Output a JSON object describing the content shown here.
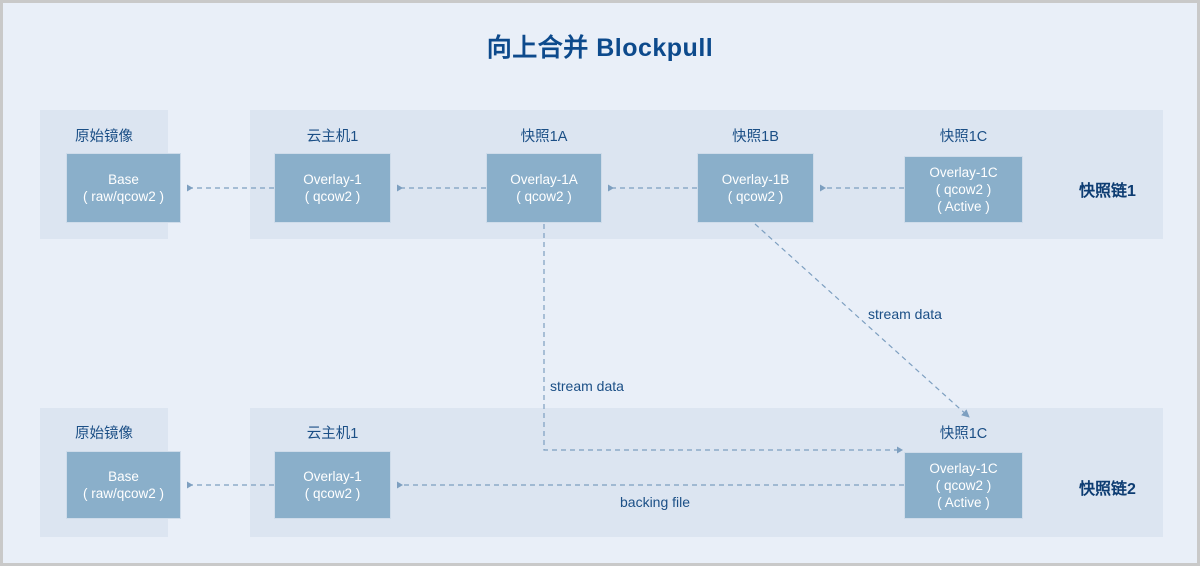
{
  "page": {
    "title": "向上合并 Blockpull",
    "background": "#e9eff8",
    "panel_color": "#dce5f1",
    "node_color": "#8aafca",
    "accent_color": "#0d4a8c",
    "line_color": "#7d9fc0"
  },
  "chains": [
    {
      "id": "chain1",
      "chain_label": "快照链1",
      "groups": [
        {
          "label": "原始镜像",
          "node": {
            "lines": [
              "Base",
              "( raw/qcow2 )"
            ]
          }
        },
        {
          "label": "云主机1",
          "node": {
            "lines": [
              "Overlay-1",
              "( qcow2 )"
            ]
          }
        },
        {
          "label": "快照1A",
          "node": {
            "lines": [
              "Overlay-1A",
              "( qcow2 )"
            ]
          }
        },
        {
          "label": "快照1B",
          "node": {
            "lines": [
              "Overlay-1B",
              "( qcow2 )"
            ]
          }
        },
        {
          "label": "快照1C",
          "node": {
            "lines": [
              "Overlay-1C",
              "( qcow2 )",
              "( Active )"
            ]
          }
        }
      ]
    },
    {
      "id": "chain2",
      "chain_label": "快照链2",
      "groups": [
        {
          "label": "原始镜像",
          "node": {
            "lines": [
              "Base",
              "( raw/qcow2 )"
            ]
          }
        },
        {
          "label": "云主机1",
          "node": {
            "lines": [
              "Overlay-1",
              "( qcow2 )"
            ]
          }
        },
        {
          "label": "快照1C",
          "node": {
            "lines": [
              "Overlay-1C",
              "( qcow2 )",
              "( Active )"
            ]
          }
        }
      ]
    }
  ],
  "annotations": {
    "stream_data_vertical": "stream data",
    "stream_data_diagonal": "stream data",
    "backing_file": "backing file"
  }
}
